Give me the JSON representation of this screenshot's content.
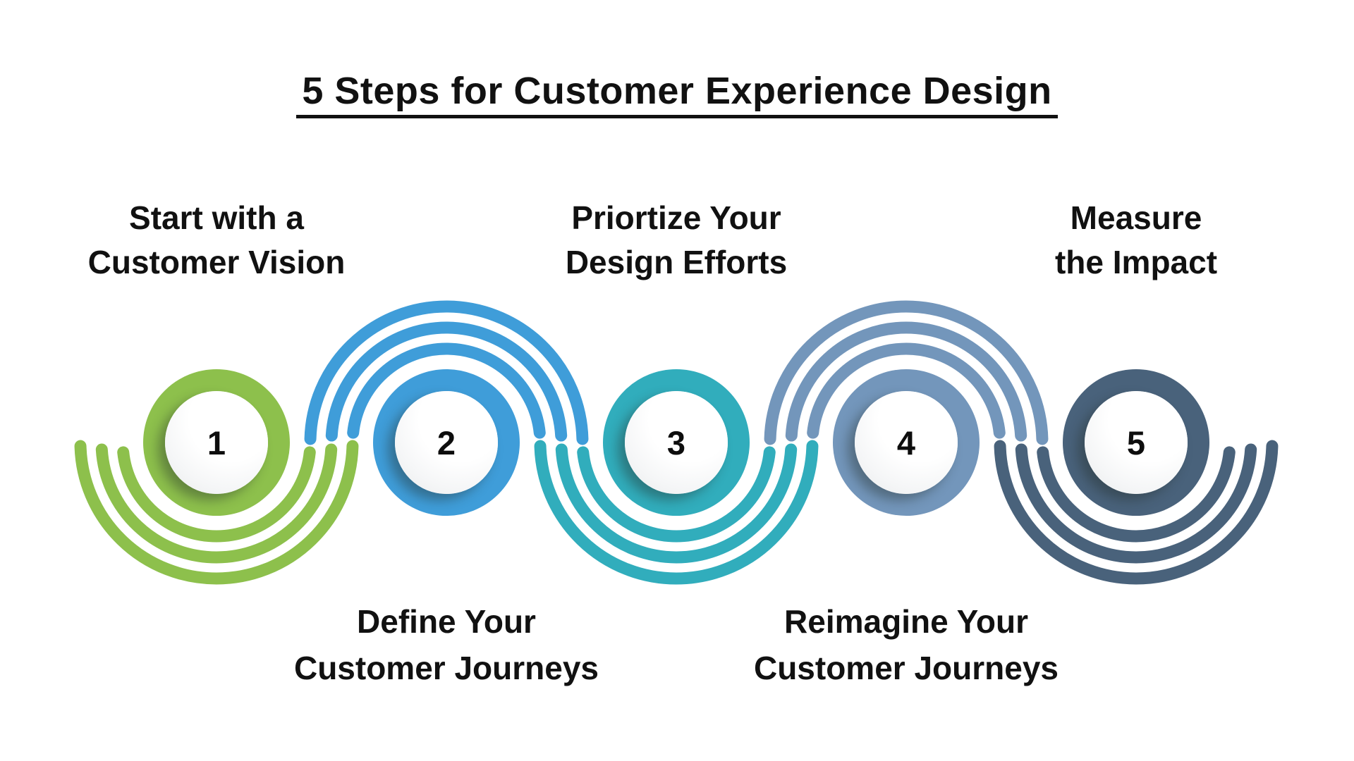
{
  "title": {
    "text": "5 Steps for Customer Experience Design"
  },
  "steps": [
    {
      "number": "1",
      "label_lines": [
        "Start with a",
        "Customer Vision"
      ],
      "label_position": "top",
      "color": "#8DC04C"
    },
    {
      "number": "2",
      "label_lines": [
        "Define Your",
        "Customer Journeys"
      ],
      "label_position": "bottom",
      "color": "#3F9DD9"
    },
    {
      "number": "3",
      "label_lines": [
        "Priortize Your",
        "Design Efforts"
      ],
      "label_position": "top",
      "color": "#31ADBC"
    },
    {
      "number": "4",
      "label_lines": [
        "Reimagine Your",
        "Customer Journeys"
      ],
      "label_position": "bottom",
      "color": "#7396BB"
    },
    {
      "number": "5",
      "label_lines": [
        "Measure",
        "the Impact"
      ],
      "label_position": "top",
      "color": "#49627B"
    }
  ],
  "colors": {
    "background": "#FFFFFF",
    "text": "#111111",
    "step_colors": [
      "#8DC04C",
      "#3F9DD9",
      "#31ADBC",
      "#7396BB",
      "#49627B"
    ]
  }
}
